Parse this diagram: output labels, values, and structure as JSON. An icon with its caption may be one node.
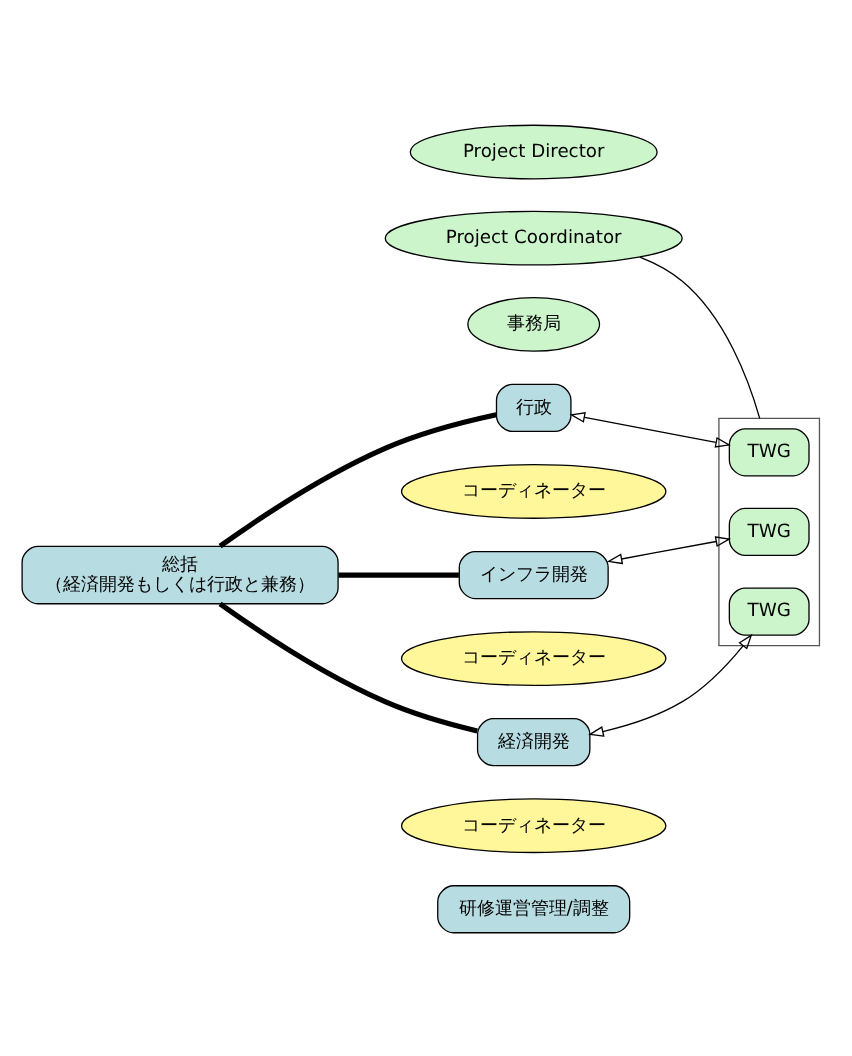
{
  "diagram": {
    "nodes": [
      {
        "text": [
          "総括",
          "（経済開発もしくは行政と兼務）"
        ]
      },
      {
        "text": [
          "Project Director"
        ]
      },
      {
        "text": [
          "Project Coordinator"
        ]
      },
      {
        "text": [
          "事務局"
        ]
      },
      {
        "text": [],
        "shape": "box"
      },
      {
        "text": [
          "行政"
        ]
      },
      {
        "text": [
          "コーディネーター"
        ]
      },
      {
        "text": [
          "TWG"
        ],
        "in": 4
      },
      {
        "text": [
          "インフラ開発"
        ]
      },
      {
        "text": [
          "コーディネーター"
        ]
      },
      {
        "text": [
          "TWG"
        ],
        "in": 4
      },
      {
        "text": [
          "経済開発"
        ]
      },
      {
        "text": [
          "コーディネーター"
        ]
      },
      {
        "text": [
          "TWG"
        ],
        "in": 4
      },
      {
        "text": [
          "研修運営管理/調整"
        ]
      }
    ],
    "edges": [
      {
        "from": 0,
        "to": 5,
        "arrow": "none",
        "style": "thick"
      },
      {
        "from": 0,
        "to": 8,
        "arrow": "none",
        "style": "thick"
      },
      {
        "from": 0,
        "to": 11,
        "arrow": "none",
        "style": "thick"
      },
      {
        "from": 5,
        "to": 7,
        "arrow": "both"
      },
      {
        "from": 8,
        "to": 10,
        "arrow": "both"
      },
      {
        "from": 11,
        "to": 13,
        "arrow": "both"
      },
      {
        "from": 2,
        "to": 4,
        "arrow": "none"
      }
    ]
  }
}
